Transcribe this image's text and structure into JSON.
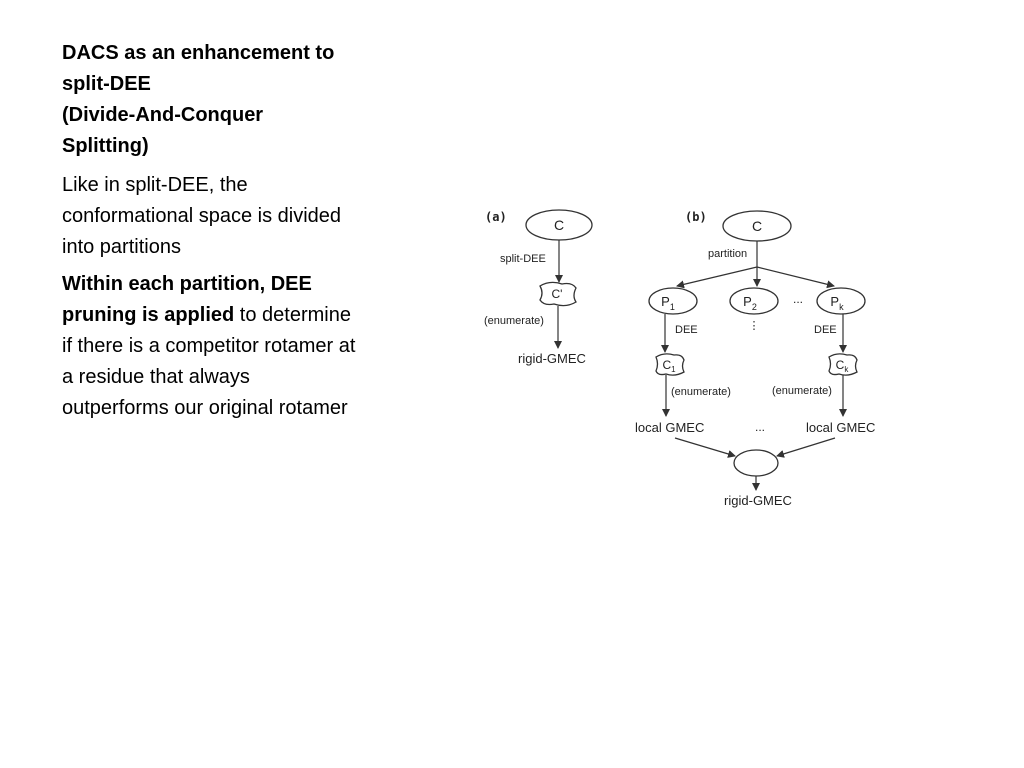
{
  "title": {
    "line1": "DACS as an enhancement to",
    "line2": "split-DEE",
    "line3": "(Divide-And-Conquer",
    "line4": "Splitting)"
  },
  "body": {
    "para1": "Like in split-DEE, the conformational space is divided into partitions",
    "para2_bold": "Within each partition, DEE pruning is applied",
    "para2_rest": " to determine if there is a competitor rotamer at a residue that always outperforms our original rotamer"
  },
  "diagram_a": {
    "panel_label": "(a)",
    "top_node": "C",
    "edge1_label": "split-DEE",
    "mid_node": "C'",
    "edge2_label": "(enumerate)",
    "bottom_label": "rigid-GMEC"
  },
  "diagram_b": {
    "panel_label": "(b)",
    "top_node": "C",
    "edge_label": "partition",
    "p1": "P",
    "p1_sub": "1",
    "p2": "P",
    "p2_sub": "2",
    "pk": "P",
    "pk_sub": "k",
    "ellipsis": "...",
    "vdots": "⋮",
    "dee_left": "DEE",
    "dee_right": "DEE",
    "c1": "C",
    "c1_sub": "1",
    "ck": "C",
    "ck_sub": "k",
    "enum_left": "(enumerate)",
    "enum_right": "(enumerate)",
    "local_left": "local GMEC",
    "local_right": "local GMEC",
    "bottom_label": "rigid-GMEC"
  }
}
